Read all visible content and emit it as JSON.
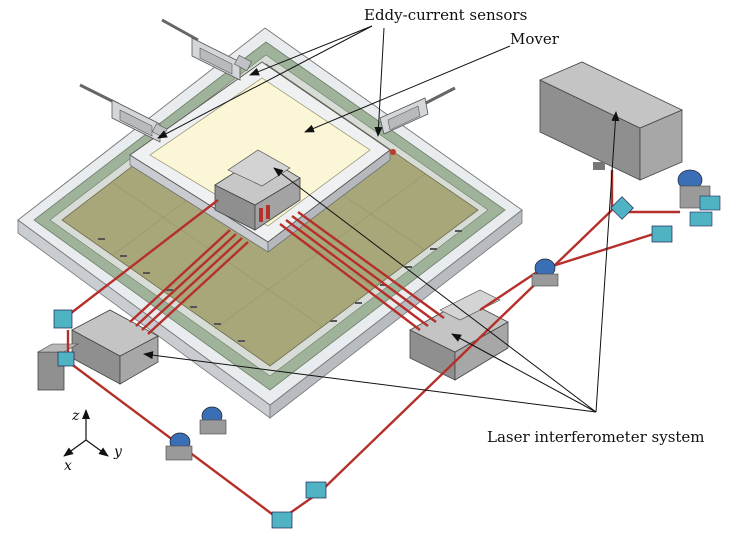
{
  "labels": {
    "eddy_sensors": "Eddy-current sensors",
    "mover": "Mover",
    "laser_system": "Laser interferometer system"
  },
  "axes": {
    "z": "z",
    "x": "x",
    "y": "y"
  },
  "colors": {
    "outer_frame": "#e9ecef",
    "green_border": "#9fb39a",
    "stator_plate": "#a8a77a",
    "mover_plate": "#fbf7d6",
    "machine_gray": "#8f8f8f",
    "laser_beam": "#b5302a",
    "optics_cyan": "#4fb3c4"
  }
}
